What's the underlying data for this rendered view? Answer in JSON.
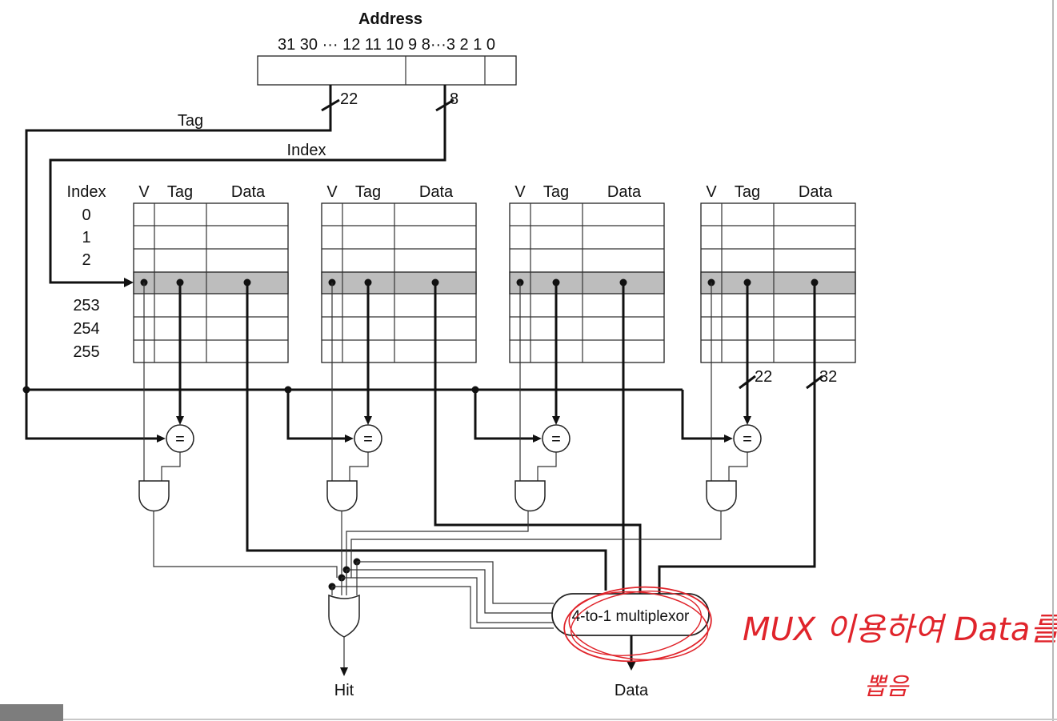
{
  "address": {
    "title": "Address",
    "bits": "31 30 ··· 12 11 10 9 8···3 2 1 0"
  },
  "wires": {
    "tag_label": "Tag",
    "index_label": "Index",
    "tag_width": "22",
    "index_width": "8",
    "tag_bus_width": "22",
    "data_bus_width": "32"
  },
  "index_column": {
    "header": "Index",
    "top_rows": [
      "0",
      "1",
      "2"
    ],
    "bottom_rows": [
      "253",
      "254",
      "255"
    ]
  },
  "ways": [
    {
      "v": "V",
      "tag": "Tag",
      "data": "Data"
    },
    {
      "v": "V",
      "tag": "Tag",
      "data": "Data"
    },
    {
      "v": "V",
      "tag": "Tag",
      "data": "Data"
    },
    {
      "v": "V",
      "tag": "Tag",
      "data": "Data"
    }
  ],
  "comparator_symbol": "=",
  "mux": {
    "label": "4-to-1 multiplexor"
  },
  "outputs": {
    "hit": "Hit",
    "data": "Data"
  },
  "annotation": {
    "line1": "MUX 이용하여 Data를",
    "line2": "뽑음",
    "color": "#e0242b"
  }
}
